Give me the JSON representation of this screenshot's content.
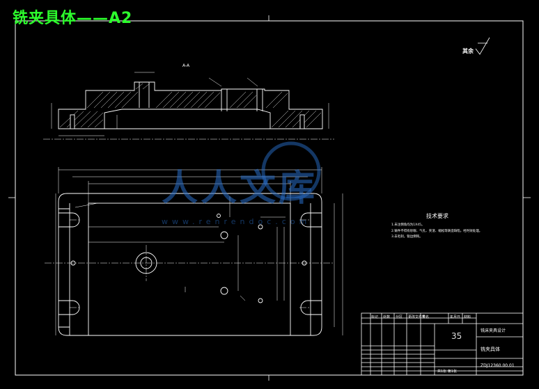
{
  "title": "铣夹具体——A2",
  "section_label": "A-A",
  "surface_finish_note": "其余",
  "technical_requirements": {
    "heading": "技术要求",
    "items": [
      "1.未注倒角均为1X45。",
      "2.铸件不得有砂眼、气孔、夹渣、缩松等铸造缺陷，经时效处理。",
      "3.去毛刺，锐边倒钝。"
    ]
  },
  "watermark": {
    "text": "人人文库",
    "url": "www.renrendoc.com"
  },
  "title_block": {
    "scale": "35",
    "name": "铣夹具体",
    "drawing_no": "ZDJ12360.00.01",
    "header_cells": [
      "标记",
      "处数",
      "分区",
      "更改文件号",
      "签名",
      "年月日"
    ],
    "material_label": "材料",
    "org": "铣床夹具设计",
    "sheet": "共1张 第1张"
  }
}
